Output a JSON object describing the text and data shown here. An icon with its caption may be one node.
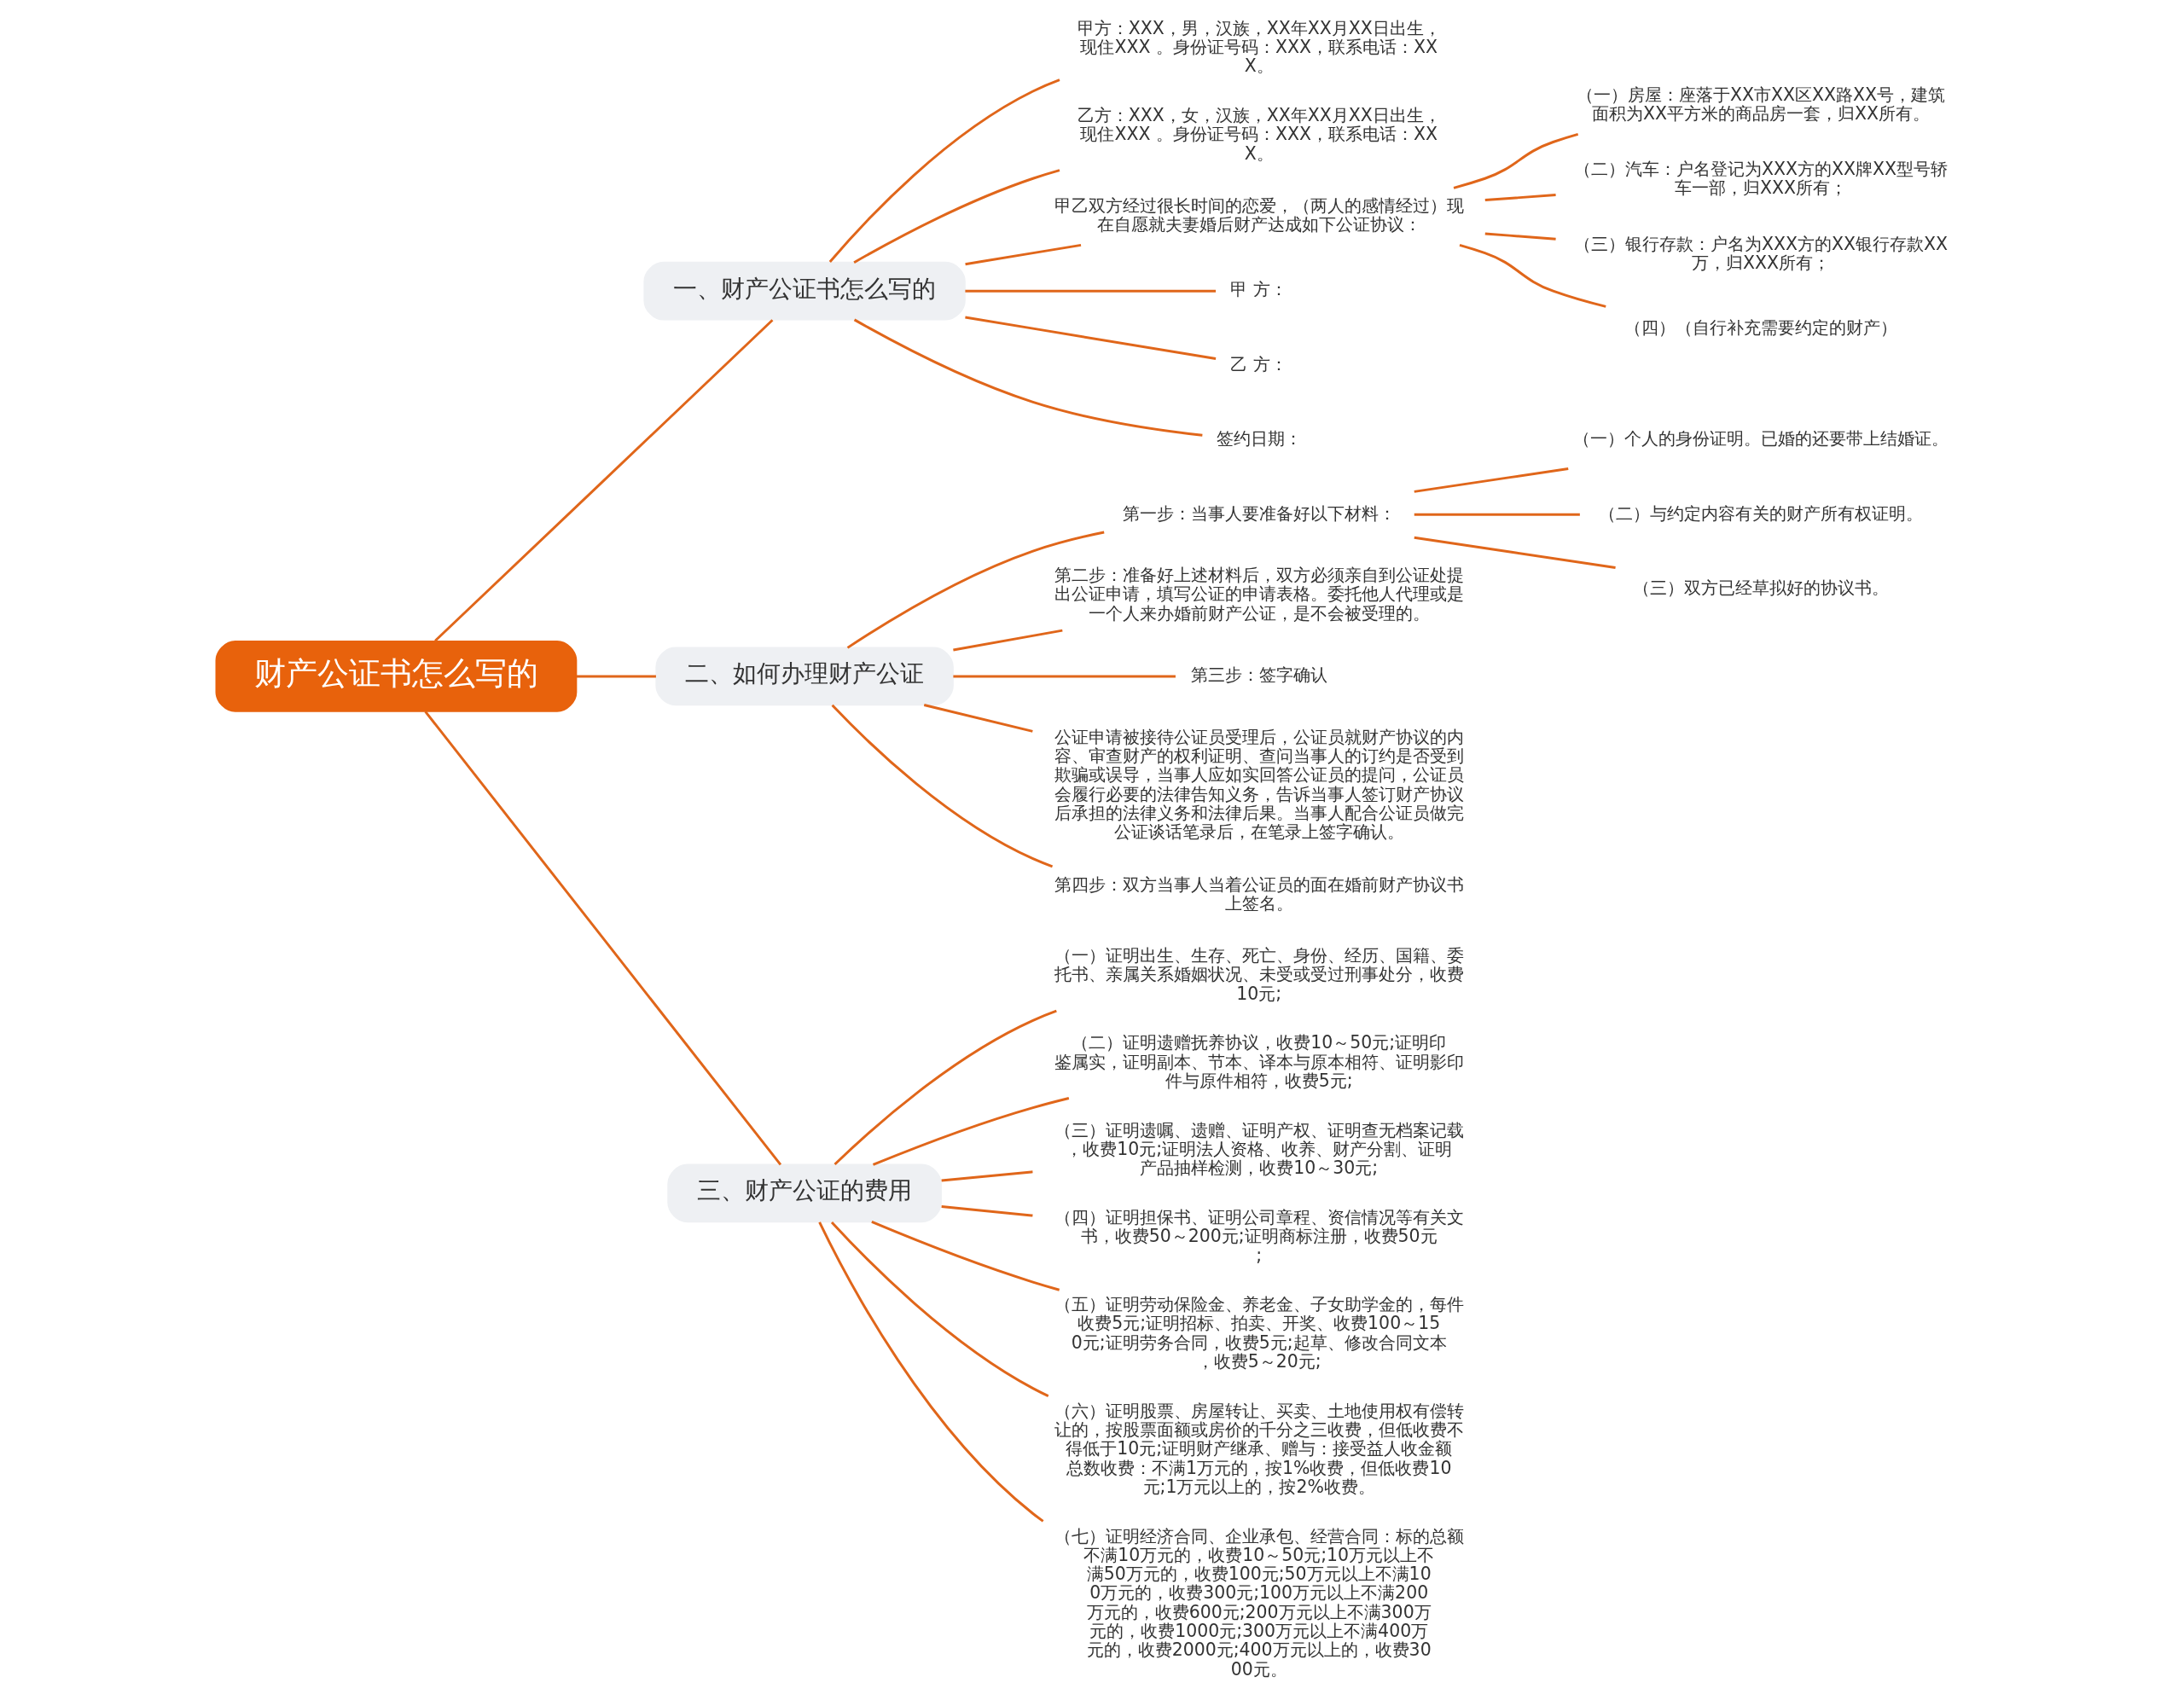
{
  "diagram": {
    "nodes": [
      {
        "text": [
          "财产公证书怎么写的"
        ]
      },
      {
        "text": [
          "一、财产公证书怎么写的"
        ]
      },
      {
        "text": [
          "甲方：XXX，男，汉族，XX年XX月XX日出生，现住XXX 。身份证号码：XXX，联系电话：XXX。"
        ]
      },
      {
        "text": [
          "乙方：XXX，女，汉族，XX年XX月XX日出生，现住XXX 。身份证号码：XXX，联系电话：XXX。"
        ]
      },
      {
        "text": [
          "甲乙双方经过很长时间的恋爱，（两人的感情经过）现在自愿就夫妻婚后财产达成如下公证协议："
        ]
      },
      {
        "text": [
          "（一）房屋：座落于XX市XX区XX路XX号，建筑面积为XX平方米的商品房一套，归XX所有。"
        ]
      },
      {
        "text": [
          "（二）汽车：户名登记为XXX方的XX牌XX型号轿车一部，归XXX所有；"
        ]
      },
      {
        "text": [
          "（三）银行存款：户名为XXX方的XX银行存款XX万，归XXX所有；"
        ]
      },
      {
        "text": [
          "（四）（自行补充需要约定的财产）"
        ]
      },
      {
        "text": [
          "甲 方："
        ]
      },
      {
        "text": [
          "乙 方："
        ]
      },
      {
        "text": [
          "签约日期："
        ]
      },
      {
        "text": [
          "二、如何办理财产公证"
        ]
      },
      {
        "text": [
          "第一步：当事人要准备好以下材料："
        ]
      },
      {
        "text": [
          "（一）个人的身份证明。已婚的还要带上结婚证。"
        ]
      },
      {
        "text": [
          "（二）与约定内容有关的财产所有权证明。"
        ]
      },
      {
        "text": [
          "（三）双方已经草拟好的协议书。"
        ]
      },
      {
        "text": [
          "第二步：准备好上述材料后，双方必须亲自到公证处提出公证申请，填写公证的申请表格。委托他人代理或是一个人来办婚前财产公证，是不会被受理的。"
        ]
      },
      {
        "text": [
          "第三步：签字确认"
        ]
      },
      {
        "text": [
          "公证申请被接待公证员受理后，公证员就财产协议的内容、审查财产的权利证明、查问当事人的订约是否受到欺骗或误导，当事人应如实回答公证员的提问，公证员会履行必要的法律告知义务，告诉当事人签订财产协议后承担的法律义务和法律后果。当事人配合公证员做完公证谈话笔录后，在笔录上签字确认。"
        ]
      },
      {
        "text": [
          "第四步：双方当事人当着公证员的面在婚前财产协议书上签名。"
        ]
      },
      {
        "text": [
          "三、财产公证的费用"
        ]
      },
      {
        "text": [
          "（一）证明出生、生存、死亡、身份、经历、国籍、委托书、亲属关系婚姻状况、未受或受过刑事处分，收费10元;"
        ]
      },
      {
        "text": [
          "（二）证明遗赠抚养协议，收费10～50元;证明印鉴属实，证明副本、节本、译本与原本相符、证明影印件与原件相符，收费5元;"
        ]
      },
      {
        "text": [
          "（三）证明遗嘱、遗赠、证明产权、证明查无档案记载，收费10元;证明法人资格、收养、财产分割、证明产品抽样检测，收费10～30元;"
        ]
      },
      {
        "text": [
          "（四）证明担保书、证明公司章程、资信情况等有关文书，收费50～200元;证明商标注册，收费50元;"
        ]
      },
      {
        "text": [
          "（五）证明劳动保险金、养老金、子女助学金的，每件收费5元;证明招标、拍卖、开奖、收费100～150元;证明劳务合同，收费5元;起草、修改合同文本，收费5～20元;"
        ]
      },
      {
        "text": [
          "（六）证明股票、房屋转让、买卖、土地使用权有偿转让的，按股票面额或房价的千分之三收费，但低收费不得低于10元;证明财产继承、赠与：接受益人收金额总数收费：不满1万元的，按1%收费，但低收费10元;1万元以上的，按2%收费。"
        ]
      },
      {
        "text": [
          "（七）证明经济合同、企业承包、经营合同：标的总额不满10万元的，收费10～50元;10万元以上不满50万元的，收费100元;50万元以上不满100万元的，收费300元;100万元以上不满200万元的，收费600元;200万元以上不满300万元的，收费1000元;300万元以上不满400万元的，收费2000元;400万元以上的，收费3000元。"
        ]
      }
    ],
    "edges": [
      {
        "from": 0,
        "to": 1,
        "arrow": "none"
      },
      {
        "from": 1,
        "to": 2,
        "arrow": "none"
      },
      {
        "from": 1,
        "to": 3,
        "arrow": "none"
      },
      {
        "from": 1,
        "to": 4,
        "arrow": "none"
      },
      {
        "from": 4,
        "to": 5,
        "arrow": "none"
      },
      {
        "from": 4,
        "to": 6,
        "arrow": "none"
      },
      {
        "from": 4,
        "to": 7,
        "arrow": "none"
      },
      {
        "from": 4,
        "to": 8,
        "arrow": "none"
      },
      {
        "from": 1,
        "to": 9,
        "arrow": "none"
      },
      {
        "from": 1,
        "to": 10,
        "arrow": "none"
      },
      {
        "from": 1,
        "to": 11,
        "arrow": "none"
      },
      {
        "from": 0,
        "to": 12,
        "arrow": "none"
      },
      {
        "from": 12,
        "to": 13,
        "arrow": "none"
      },
      {
        "from": 13,
        "to": 14,
        "arrow": "none"
      },
      {
        "from": 13,
        "to": 15,
        "arrow": "none"
      },
      {
        "from": 13,
        "to": 16,
        "arrow": "none"
      },
      {
        "from": 12,
        "to": 17,
        "arrow": "none"
      },
      {
        "from": 12,
        "to": 18,
        "arrow": "none"
      },
      {
        "from": 12,
        "to": 19,
        "arrow": "none"
      },
      {
        "from": 12,
        "to": 20,
        "arrow": "none"
      },
      {
        "from": 0,
        "to": 21,
        "arrow": "none"
      },
      {
        "from": 21,
        "to": 22,
        "arrow": "none"
      },
      {
        "from": 21,
        "to": 23,
        "arrow": "none"
      },
      {
        "from": 21,
        "to": 24,
        "arrow": "none"
      },
      {
        "from": 21,
        "to": 25,
        "arrow": "none"
      },
      {
        "from": 21,
        "to": 26,
        "arrow": "none"
      },
      {
        "from": 21,
        "to": 27,
        "arrow": "none"
      },
      {
        "from": 21,
        "to": 28,
        "arrow": "none"
      }
    ]
  }
}
